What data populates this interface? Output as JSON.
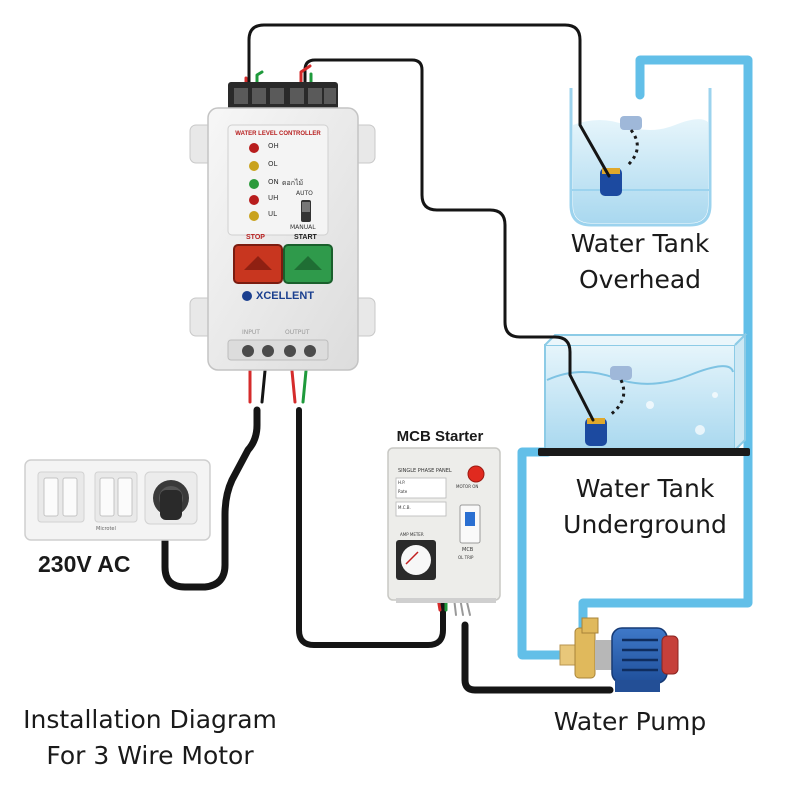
{
  "labels": {
    "tank_overhead_line1": "Water Tank",
    "tank_overhead_line2": "Overhead",
    "tank_underground_line1": "Water Tank",
    "tank_underground_line2": "Underground",
    "pump": "Water Pump",
    "mcb_title": "MCB Starter",
    "ac_supply": "230V AC",
    "caption_line1": "Installation Diagram",
    "caption_line2": "For 3 Wire Motor"
  },
  "controller": {
    "title": "WATER LEVEL CONTROLLER",
    "leds": [
      "OH",
      "OL",
      "ON",
      "UH",
      "UL"
    ],
    "led_on_suffix": "ดอกไม้",
    "auto": "AUTO",
    "manual": "MANUAL",
    "stop": "STOP",
    "start": "START",
    "brand": "XCELLENT",
    "input": "INPUT",
    "output": "OUTPUT"
  },
  "mcb_panel": {
    "header": "SINGLE PHASE PANEL",
    "motor_on": "MOTOR ON",
    "rows": [
      "H.P.",
      "Rate",
      "M.C.B."
    ],
    "amp_meter": "AMP METER",
    "mcb_label": "MCB",
    "ol_trip": "OL TRIP"
  },
  "switchboard": {
    "brand": "Microtel"
  },
  "colors": {
    "wire_black": "#151515",
    "wire_red": "#d52b2b",
    "wire_green": "#1f9a3c",
    "pipe_blue": "#62bfe8",
    "water": "#cfeaf7",
    "stop_red": "#c8361f",
    "start_green": "#2f9a4b"
  }
}
